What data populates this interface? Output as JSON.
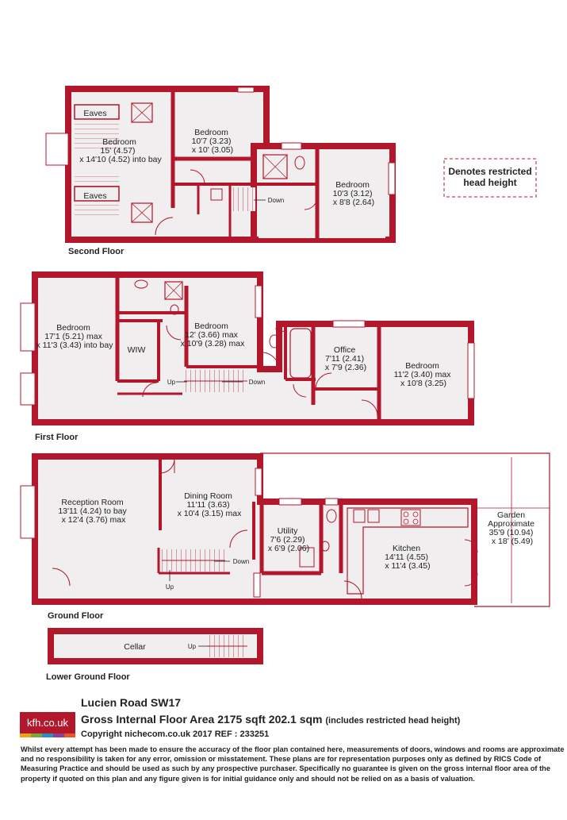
{
  "colors": {
    "wall": "#b3172c",
    "floor": "#f0eeef",
    "text": "#222222"
  },
  "floors": {
    "second": {
      "label": "Second Floor",
      "rooms": [
        {
          "lines": [
            "Eaves"
          ]
        },
        {
          "lines": [
            "Bedroom",
            "15' (4.57)",
            "x 14'10 (4.52) into bay"
          ]
        },
        {
          "lines": [
            "Eaves"
          ]
        },
        {
          "lines": [
            "Bedroom",
            "10'7 (3.23)",
            "x 10' (3.05)"
          ]
        },
        {
          "lines": [
            "Bedroom",
            "10'3 (3.12)",
            "x 8'8 (2.64)"
          ]
        }
      ],
      "stair_label": "Down"
    },
    "first": {
      "label": "First Floor",
      "rooms": [
        {
          "lines": [
            "Bedroom",
            "17'1 (5.21) max",
            "x 11'3 (3.43) into bay"
          ]
        },
        {
          "lines": [
            "WIW"
          ]
        },
        {
          "lines": [
            "Bedroom",
            "12' (3.66) max",
            "x 10'9 (3.28) max"
          ]
        },
        {
          "lines": [
            "Office",
            "7'11 (2.41)",
            "x 7'9 (2.36)"
          ]
        },
        {
          "lines": [
            "Bedroom",
            "11'2 (3.40) max",
            "x 10'8 (3.25)"
          ]
        }
      ],
      "stair_up": "Up",
      "stair_down": "Down"
    },
    "ground": {
      "label": "Ground Floor",
      "rooms": [
        {
          "lines": [
            "Reception Room",
            "13'11 (4.24) to bay",
            "x 12'4 (3.76) max"
          ]
        },
        {
          "lines": [
            "Dining Room",
            "11'11 (3.63)",
            "x 10'4 (3.15) max"
          ]
        },
        {
          "lines": [
            "Utility",
            "7'6 (2.29)",
            "x 6'9 (2.06)"
          ]
        },
        {
          "lines": [
            "Kitchen",
            "14'11 (4.55)",
            "x 11'4 (3.45)"
          ]
        },
        {
          "lines": [
            "Garden",
            "Approximate",
            "35'9 (10.94)",
            "x 18' (5.49)"
          ]
        }
      ],
      "stair_up": "Up",
      "stair_down": "Down"
    },
    "lower": {
      "label": "Lower Ground Floor",
      "rooms": [
        {
          "lines": [
            "Cellar"
          ]
        }
      ],
      "stair_up": "Up"
    }
  },
  "legend": {
    "lines": [
      "Denotes restricted",
      "head height"
    ]
  },
  "footer": {
    "logo": "kfh.co.uk",
    "logo_bar_colors": [
      "#e8a317",
      "#7aa839",
      "#2b8fc7",
      "#8b3f96",
      "#e8572a"
    ],
    "address": "Lucien Road  SW17",
    "area": "Gross Internal Floor Area 2175 sqft 202.1 sqm",
    "area_note": "(includes restricted head height)",
    "copyright": "Copyright nichecom.co.uk 2017 REF : 233251",
    "disclaimer": "Whilst every attempt has been made to ensure the accuracy of the floor plan contained here, measurements of doors, windows and rooms are approximate and no responsibility is taken for any error, omission or misstatement. These plans are for representation purposes only as defined by RICS Code of Measuring Practice and should be used as such by any prospective purchaser.  Specifically no guarantee is given on the gross internal floor area of the property if quoted on this plan and any figure given is for initial guidance only and should not be relied on as a basis of valuation."
  }
}
